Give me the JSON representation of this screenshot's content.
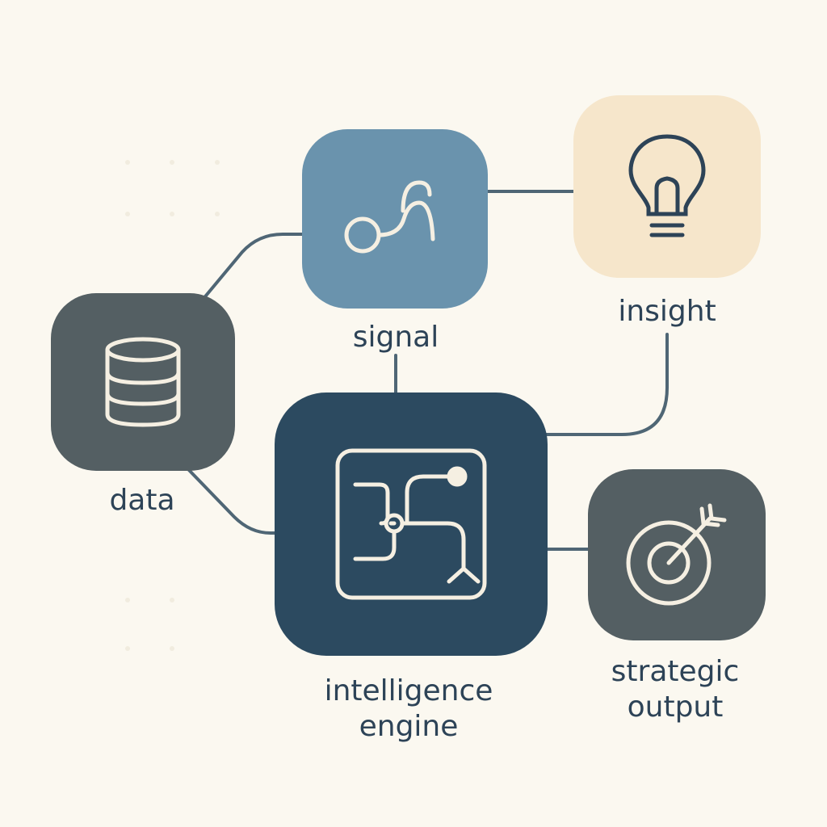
{
  "diagram": {
    "nodes": {
      "data": {
        "label": "data",
        "icon": "database-icon",
        "color": "#545f63"
      },
      "signal": {
        "label": "signal",
        "icon": "signal-curve-icon",
        "color": "#6a93ad"
      },
      "insight": {
        "label": "insight",
        "icon": "lightbulb-icon",
        "color": "#f6e6cb"
      },
      "engine": {
        "label_line1": "intelligence",
        "label_line2": "engine",
        "icon": "circuit-icon",
        "color": "#2c4a60"
      },
      "output": {
        "label_line1": "strategic",
        "label_line2": "output",
        "icon": "target-arrow-icon",
        "color": "#545f63"
      }
    },
    "edges": [
      {
        "from": "data",
        "to": "signal"
      },
      {
        "from": "data",
        "to": "engine"
      },
      {
        "from": "signal",
        "to": "insight"
      },
      {
        "from": "signal",
        "to": "engine"
      },
      {
        "from": "insight",
        "to": "engine"
      },
      {
        "from": "engine",
        "to": "output"
      }
    ],
    "colors": {
      "background": "#fbf8f0",
      "connector": "#4f6675",
      "icon_stroke": "#f5efe2",
      "label": "#2d4357"
    }
  }
}
